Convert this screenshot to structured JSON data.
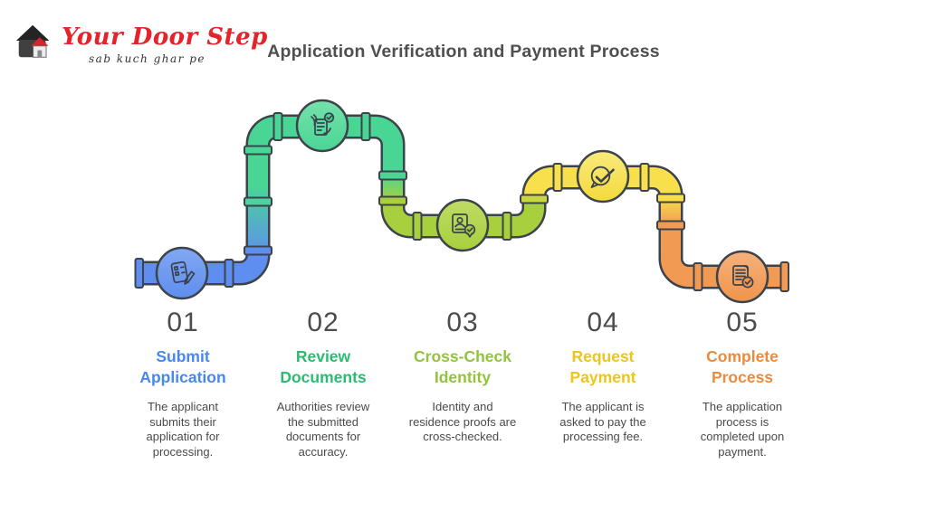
{
  "logo": {
    "brand": "Your Door Step",
    "tagline": "sab kuch ghar pe",
    "brand_color": "#e4232b",
    "icon": "house-icon"
  },
  "title": "Application Verification and Payment Process",
  "steps": [
    {
      "number": "01",
      "title": "Submit\nApplication",
      "description": "The applicant\nsubmits their\napplication for\nprocessing.",
      "color": "#4688f1",
      "pipe_color": "#5e8eef",
      "icon": "form-pencil-icon"
    },
    {
      "number": "02",
      "title": "Review\nDocuments",
      "description": "Authorities review\nthe submitted\ndocuments for\naccuracy.",
      "color": "#2abd72",
      "pipe_color": "#49d694",
      "icon": "document-review-icon"
    },
    {
      "number": "03",
      "title": "Cross-Check\nIdentity",
      "description": "Identity and\nresidence proofs are\ncross-checked.",
      "color": "#93c33d",
      "pipe_color": "#a8cf3d",
      "icon": "id-card-check-icon"
    },
    {
      "number": "04",
      "title": "Request\nPayment",
      "description": "The applicant is\nasked to pay the\nprocessing fee.",
      "color": "#eec41d",
      "pipe_color": "#f7e04b",
      "icon": "chat-check-icon"
    },
    {
      "number": "05",
      "title": "Complete\nProcess",
      "description": "The application\nprocess is\ncompleted upon\npayment.",
      "color": "#ed8b3b",
      "pipe_color": "#f19a54",
      "icon": "document-check-icon"
    }
  ],
  "pipe_outline_color": "#3d434b"
}
